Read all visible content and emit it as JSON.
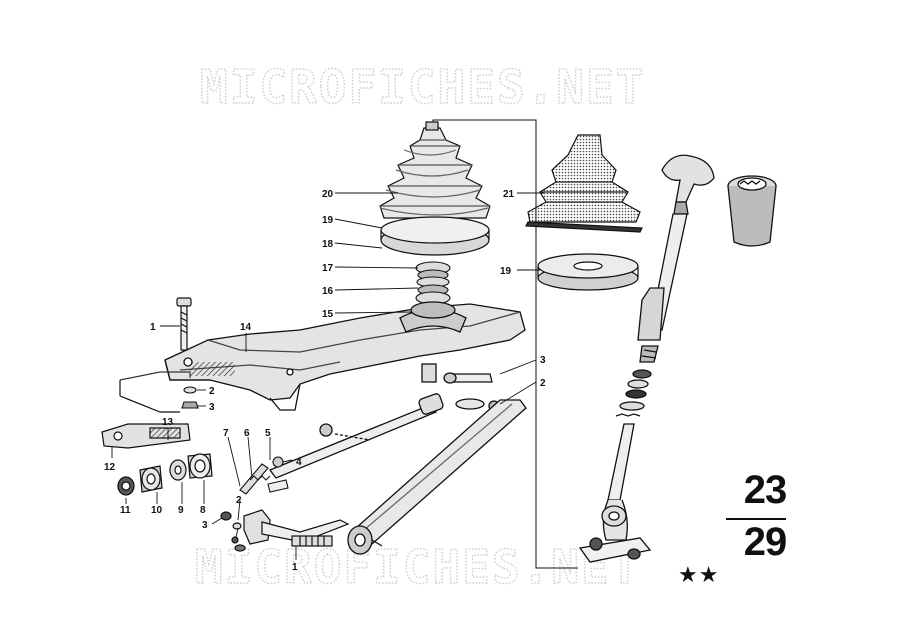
{
  "watermark": "MICROFICHES.NET",
  "page": {
    "top": "23",
    "bottom": "29"
  },
  "stars": "★★",
  "callouts": {
    "c1a": "1",
    "c1b": "1",
    "c2a": "2",
    "c2b": "2",
    "c2c": "2",
    "c3a": "3",
    "c3b": "3",
    "c3c": "3",
    "c4": "4",
    "c5": "5",
    "c6": "6",
    "c7": "7",
    "c8": "8",
    "c9": "9",
    "c10": "10",
    "c11": "11",
    "c12": "12",
    "c13": "13",
    "c14": "14",
    "c15": "15",
    "c16": "16",
    "c17": "17",
    "c18": "18",
    "c19a": "19",
    "c19b": "19",
    "c20": "20",
    "c21": "21"
  },
  "colors": {
    "ink": "#111111",
    "shade": "#555555",
    "paper": "#ffffff",
    "watermark": "#cfcfcf"
  }
}
